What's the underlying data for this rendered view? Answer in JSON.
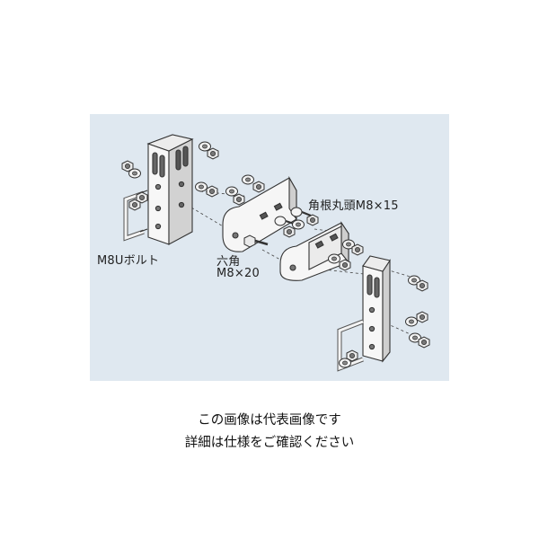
{
  "labels": {
    "u_bolt": "M8Uボルト",
    "hex_bolt_line1": "六角",
    "hex_bolt_line2": "M8×20",
    "round_head_bolt": "角根丸頭M8×15"
  },
  "caption": {
    "line1": "この画像は代表画像です",
    "line2": "詳細は仕様をご確認ください"
  },
  "colors": {
    "panel_background": "#dfe8f0",
    "metal_face": "#f7f7f7",
    "metal_shade": "#bdbdbd",
    "outline": "#333333"
  }
}
